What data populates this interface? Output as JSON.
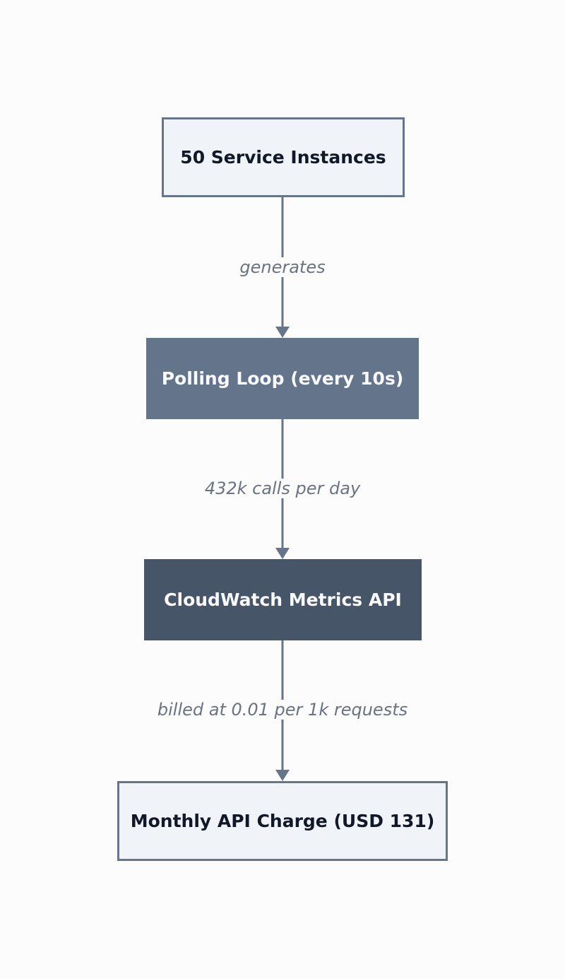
{
  "diagram": {
    "nodes": [
      {
        "id": "n1",
        "label": "50 Service Instances"
      },
      {
        "id": "n2",
        "label": "Polling Loop (every 10s)"
      },
      {
        "id": "n3",
        "label": "CloudWatch Metrics API"
      },
      {
        "id": "n4",
        "label": "Monthly API Charge (USD 131)"
      }
    ],
    "edges": [
      {
        "from": "n1",
        "to": "n2",
        "label": "generates"
      },
      {
        "from": "n2",
        "to": "n3",
        "label": "432k calls per day"
      },
      {
        "from": "n3",
        "to": "n4",
        "label": "billed at 0.01 per 1k requests"
      }
    ]
  },
  "colors": {
    "light_fill": "#f0f4f9",
    "light_border": "#66758a",
    "mid_fill": "#64748b",
    "dark_fill": "#475569",
    "arrow": "#66758a",
    "edge_label": "#6b7280"
  }
}
